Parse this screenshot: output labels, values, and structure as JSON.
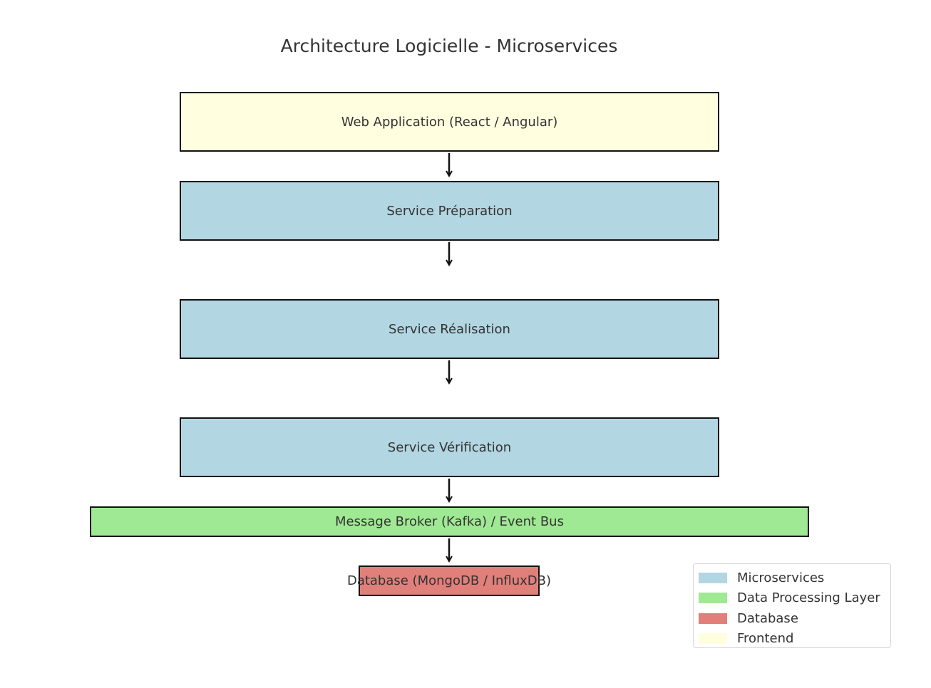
{
  "diagram": {
    "title": "Architecture Logicielle - Microservices",
    "nodes": [
      {
        "id": "frontend",
        "label": "Web Application (React / Angular)",
        "category": "frontend"
      },
      {
        "id": "prep",
        "label": "Service Préparation",
        "category": "microservice"
      },
      {
        "id": "real",
        "label": "Service Réalisation",
        "category": "microservice"
      },
      {
        "id": "verif",
        "label": "Service Vérification",
        "category": "microservice"
      },
      {
        "id": "broker",
        "label": "Message Broker (Kafka) / Event Bus",
        "category": "data-processing"
      },
      {
        "id": "db",
        "label": "Database (MongoDB / InfluxDB)",
        "category": "database"
      }
    ],
    "edges": [
      {
        "from": "frontend",
        "to": "prep"
      },
      {
        "from": "prep",
        "to": "real"
      },
      {
        "from": "real",
        "to": "verif"
      },
      {
        "from": "verif",
        "to": "broker"
      },
      {
        "from": "broker",
        "to": "db"
      }
    ]
  },
  "colors": {
    "microservice": "#b3d6e3",
    "data-processing": "#a0e994",
    "database": "#e17f7b",
    "frontend": "#ffffe0",
    "border": "#111111",
    "arrow": "#111111"
  },
  "legend": {
    "items": [
      {
        "label": "Microservices",
        "color": "#b3d6e3"
      },
      {
        "label": "Data Processing Layer",
        "color": "#a0e994"
      },
      {
        "label": "Database",
        "color": "#e17f7b"
      },
      {
        "label": "Frontend",
        "color": "#ffffe0"
      }
    ]
  }
}
